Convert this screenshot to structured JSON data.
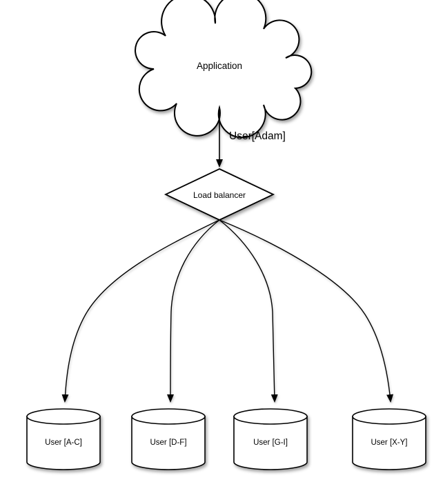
{
  "colors": {
    "background": "#ffffff",
    "line": "#000000",
    "text": "#000000"
  },
  "diagram": {
    "type": "sharding-architecture",
    "nodes": {
      "application": {
        "shape": "cloud",
        "label": "Application"
      },
      "load_balancer": {
        "shape": "diamond",
        "label": "Load balancer"
      },
      "shards": [
        {
          "shape": "cylinder",
          "label": "User [A-C]"
        },
        {
          "shape": "cylinder",
          "label": "User [D-F]"
        },
        {
          "shape": "cylinder",
          "label": "User [G-I]"
        },
        {
          "shape": "cylinder",
          "label": "User [X-Y]"
        }
      ]
    },
    "edges": [
      {
        "from": "application",
        "to": "load_balancer",
        "label": "User[Adam]"
      },
      {
        "from": "load_balancer",
        "to": "shard-0",
        "label": ""
      },
      {
        "from": "load_balancer",
        "to": "shard-1",
        "label": ""
      },
      {
        "from": "load_balancer",
        "to": "shard-2",
        "label": ""
      },
      {
        "from": "load_balancer",
        "to": "shard-3",
        "label": ""
      }
    ]
  }
}
